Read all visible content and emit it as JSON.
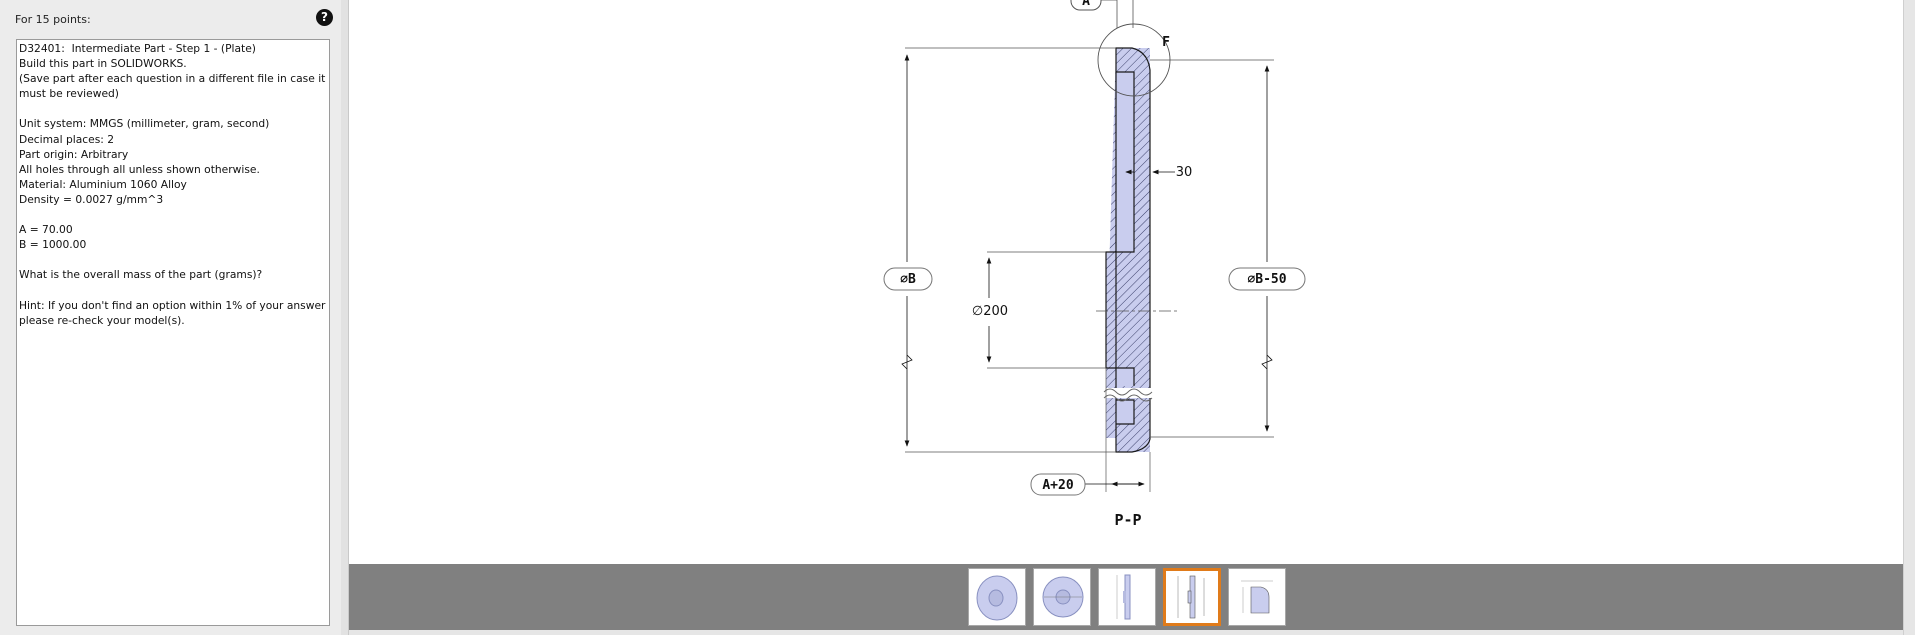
{
  "question": {
    "points_label": "For 15 points:",
    "help_icon": "question-circle-icon",
    "lines": [
      "D32401:  Intermediate Part - Step 1 - (Plate)",
      "Build this part in SOLIDWORKS.",
      "(Save part after each question in a different file in case it",
      "must be reviewed)",
      "",
      "Unit system: MMGS (millimeter, gram, second)",
      "Decimal places: 2",
      "Part origin: Arbitrary",
      "All holes through all unless shown otherwise.",
      "Material: Aluminium 1060 Alloy",
      "Density = 0.0027 g/mm^3",
      "",
      "A = 70.00",
      "B = 1000.00",
      "",
      "What is the overall mass of the part (grams)?",
      "",
      "Hint: If you don't find an option within 1% of your answer",
      "please re-check your model(s)."
    ]
  },
  "drawing": {
    "top_label": "A",
    "detail_label": "F",
    "dim_30": "30",
    "dim_dia_b": "∅B",
    "dim_dia_200": "∅200",
    "dim_dia_b50": "∅B-50",
    "dim_a20": "A+20",
    "section_label": "P-P"
  },
  "thumbnails": {
    "count": 5,
    "active_index": 3
  },
  "colors": {
    "active_thumb_border": "#e07b1a",
    "part_fill": "#c9cdee",
    "part_stroke": "#1a1a1a"
  }
}
